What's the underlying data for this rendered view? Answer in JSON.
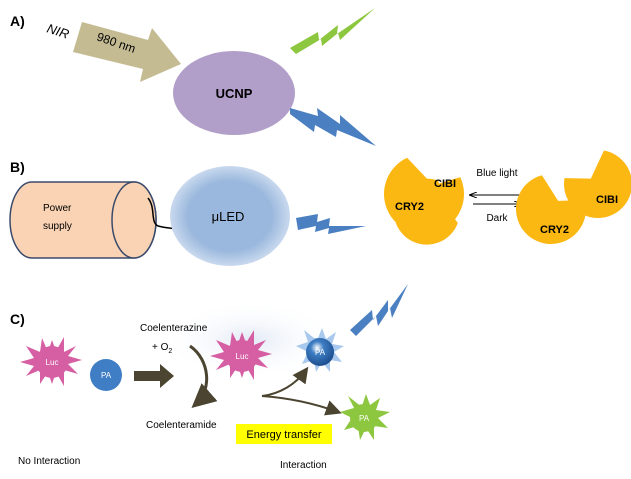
{
  "panel_a": {
    "label": "A)",
    "nir": "NIR",
    "wavelength": "980 nm",
    "ucnp": "UCNP"
  },
  "panel_b": {
    "label": "B)",
    "power_supply_line1": "Power",
    "power_supply_line2": "supply",
    "uled": "μLED",
    "cibi_left": "CIBI",
    "cry2_left": "CRY2",
    "blue_light": "Blue light",
    "dark": "Dark",
    "cibi_right": "CIBI",
    "cry2_right": "CRY2"
  },
  "panel_c": {
    "label": "C)",
    "luc": "Luc",
    "pa": "PA",
    "coelenterazine": "Coelenterazine",
    "plus_o": "+ O",
    "o_subscript": "2",
    "coelenteramide": "Coelenteramide",
    "luc_center": "Luc",
    "pa_blue": "PA",
    "pa_green": "PA",
    "energy_transfer": "Energy  transfer",
    "no_interaction": "No Interaction",
    "interaction": "Interaction"
  },
  "colors": {
    "arrow_khaki": "#c4bb93",
    "ucnp_purple": "#b19fc9",
    "green": "#8dc63f",
    "blue": "#4a7fc1",
    "peach": "#f9d3b4",
    "led_blue": "#9ab8dd",
    "pacman_yellow": "#fbb813",
    "luc_pink": "#d65ea3",
    "pa_blue": "#3f7ec4",
    "energy_yellow": "#ffff00",
    "dark_arrow": "#4a4430"
  }
}
